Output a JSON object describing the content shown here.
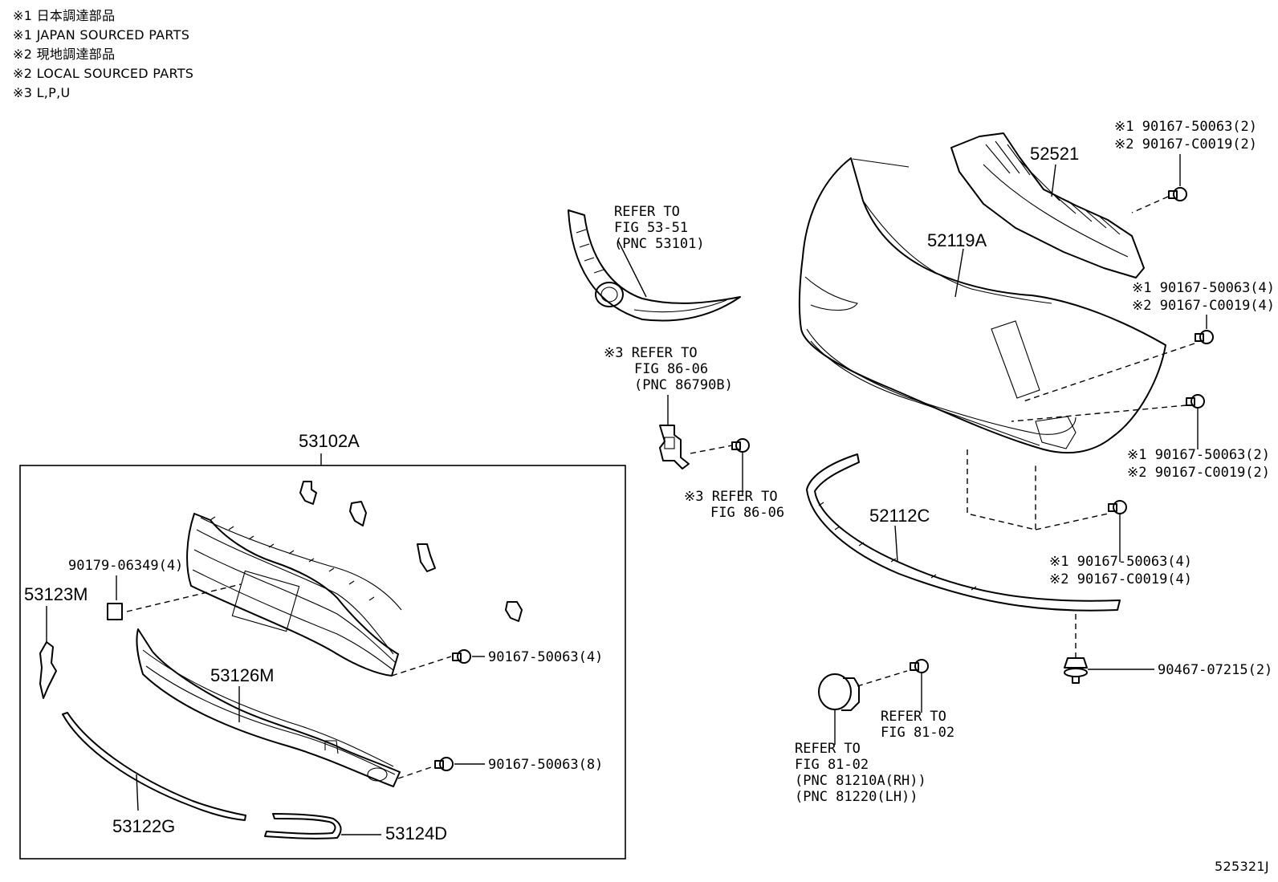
{
  "notes": [
    "※1 日本調達部品",
    "※1 JAPAN SOURCED PARTS",
    "※2 現地調達部品",
    "※2 LOCAL SOURCED PARTS",
    "※3 L,P,U"
  ],
  "figure_id": "525321J",
  "labels": {
    "p52521": "52521",
    "p52119A": "52119A",
    "p53102A": "53102A",
    "p52112C": "52112C",
    "p53123M": "53123M",
    "p53126M": "53126M",
    "p53122G": "53122G",
    "p53124D": "53124D",
    "p90179": "90179-06349(4)"
  },
  "refs": {
    "grille_top": [
      "REFER TO",
      "FIG 53-51",
      "(PNC 53101)"
    ],
    "bracket_top": [
      "※3 REFER TO",
      "FIG 86-06",
      "(PNC 86790B)"
    ],
    "bracket_bottom": [
      "※3 REFER TO",
      "FIG 86-06"
    ],
    "fog_bolt": [
      "REFER TO",
      "FIG 81-02"
    ],
    "fog_lamp": [
      "REFER TO",
      "FIG 81-02",
      "(PNC 81210A(RH))",
      "(PNC 81220(LH))"
    ]
  },
  "fasteners": {
    "top_right": [
      "※1 90167-50063(2)",
      "※2 90167-C0019(2)"
    ],
    "mid_right": [
      "※1 90167-50063(4)",
      "※2 90167-C0019(4)"
    ],
    "lower_right": [
      "※1 90167-50063(2)",
      "※2 90167-C0019(2)"
    ],
    "lower_mid": [
      "※1 90167-50063(4)",
      "※2 90167-C0019(4)"
    ],
    "clip": "90467-07215(2)",
    "grille_bolt": "90167-50063(4)",
    "lower_grille_bolt": "90167-50063(8)"
  }
}
